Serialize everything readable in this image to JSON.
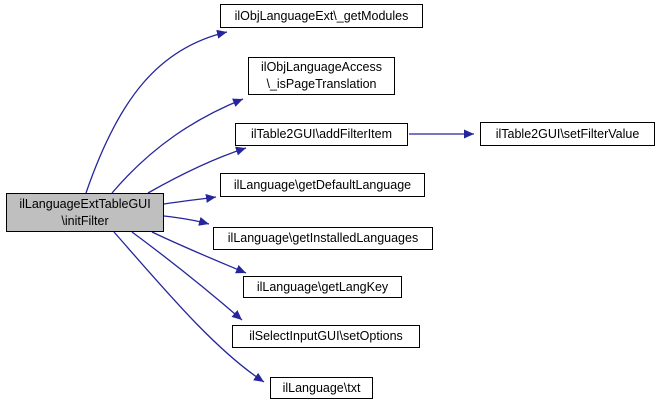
{
  "diagram": {
    "type": "call-graph",
    "background_color": "#ffffff",
    "edge_color": "#26269c",
    "nodes": [
      {
        "id": "initFilter",
        "label": "ilLanguageExtTableGUI\\initFilter",
        "lines": [
          "ilLanguageExtTableGUI",
          "\\initFilter"
        ],
        "role": "current-function",
        "fill": "#bfbfbf",
        "border": "#000000"
      },
      {
        "id": "getModules",
        "label": "ilObjLanguageExt\\_getModules",
        "lines": [
          "ilObjLanguageExt\\_getModules"
        ],
        "role": "called-function",
        "fill": "#ffffff",
        "border": "#000000"
      },
      {
        "id": "isPageTranslation",
        "label": "ilObjLanguageAccess\\_isPageTranslation",
        "lines": [
          "ilObjLanguageAccess",
          "\\_isPageTranslation"
        ],
        "role": "called-function",
        "fill": "#ffffff",
        "border": "#000000"
      },
      {
        "id": "addFilterItem",
        "label": "ilTable2GUI\\addFilterItem",
        "lines": [
          "ilTable2GUI\\addFilterItem"
        ],
        "role": "called-function",
        "fill": "#ffffff",
        "border": "#000000"
      },
      {
        "id": "setFilterValue",
        "label": "ilTable2GUI\\setFilterValue",
        "lines": [
          "ilTable2GUI\\setFilterValue"
        ],
        "role": "called-function",
        "fill": "#ffffff",
        "border": "#000000"
      },
      {
        "id": "getDefaultLanguage",
        "label": "ilLanguage\\getDefaultLanguage",
        "lines": [
          "ilLanguage\\getDefaultLanguage"
        ],
        "role": "called-function",
        "fill": "#ffffff",
        "border": "#000000"
      },
      {
        "id": "getInstalledLanguages",
        "label": "ilLanguage\\getInstalledLanguages",
        "lines": [
          "ilLanguage\\getInstalledLanguages"
        ],
        "role": "called-function",
        "fill": "#ffffff",
        "border": "#000000"
      },
      {
        "id": "getLangKey",
        "label": "ilLanguage\\getLangKey",
        "lines": [
          "ilLanguage\\getLangKey"
        ],
        "role": "called-function",
        "fill": "#ffffff",
        "border": "#000000"
      },
      {
        "id": "setOptions",
        "label": "ilSelectInputGUI\\setOptions",
        "lines": [
          "ilSelectInputGUI\\setOptions"
        ],
        "role": "called-function",
        "fill": "#ffffff",
        "border": "#000000"
      },
      {
        "id": "txt",
        "label": "ilLanguage\\txt",
        "lines": [
          "ilLanguage\\txt"
        ],
        "role": "called-function",
        "fill": "#ffffff",
        "border": "#000000"
      }
    ],
    "edges": [
      {
        "from": "initFilter",
        "to": "getModules"
      },
      {
        "from": "initFilter",
        "to": "isPageTranslation"
      },
      {
        "from": "initFilter",
        "to": "addFilterItem"
      },
      {
        "from": "initFilter",
        "to": "getDefaultLanguage"
      },
      {
        "from": "initFilter",
        "to": "getInstalledLanguages"
      },
      {
        "from": "initFilter",
        "to": "getLangKey"
      },
      {
        "from": "initFilter",
        "to": "setOptions"
      },
      {
        "from": "initFilter",
        "to": "txt"
      },
      {
        "from": "addFilterItem",
        "to": "setFilterValue"
      }
    ]
  }
}
